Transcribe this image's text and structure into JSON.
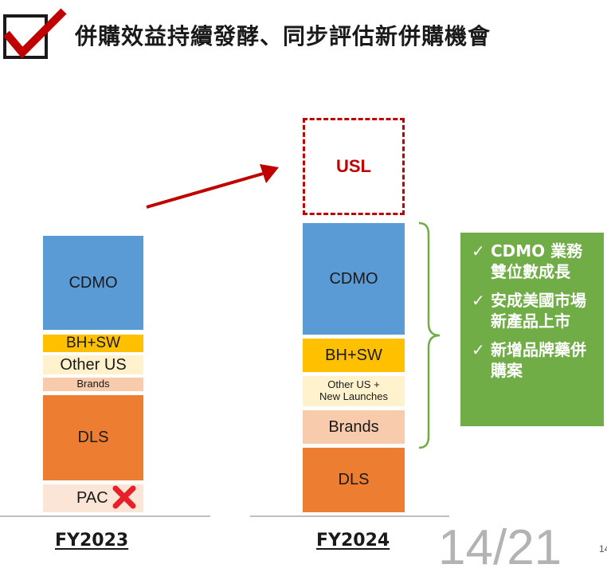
{
  "title": "併購效益持續發酵、同步評估新併購機會",
  "fy2023": {
    "label": "FY2023",
    "segments": {
      "cdmo": "CDMO",
      "bhsw": "BH+SW",
      "other_us": "Other US",
      "brands": "Brands",
      "dls": "DLS",
      "pac": "PAC"
    }
  },
  "fy2024": {
    "label": "FY2024",
    "usl": "USL",
    "segments": {
      "cdmo": "CDMO",
      "bhsw": "BH+SW",
      "other_us_line1": "Other US +",
      "other_us_line2": "New Launches",
      "brands": "Brands",
      "dls": "DLS"
    }
  },
  "highlights": [
    {
      "check": "✓",
      "text": "CDMO 業務雙位數成長"
    },
    {
      "check": "✓",
      "text": "安成美國市場新產品上市"
    },
    {
      "check": "✓",
      "text": "新增品牌藥併購案"
    }
  ],
  "page_indicator": "14/21",
  "corner_page": "14",
  "colors": {
    "cdmo": "#5b9bd5",
    "bhsw": "#ffc000",
    "other_us": "#fff2cc",
    "brands": "#f8cbad",
    "dls": "#ed7d31",
    "pac": "#fbe5d6",
    "accent_red": "#c00000",
    "highlight_green": "#70ad47"
  }
}
